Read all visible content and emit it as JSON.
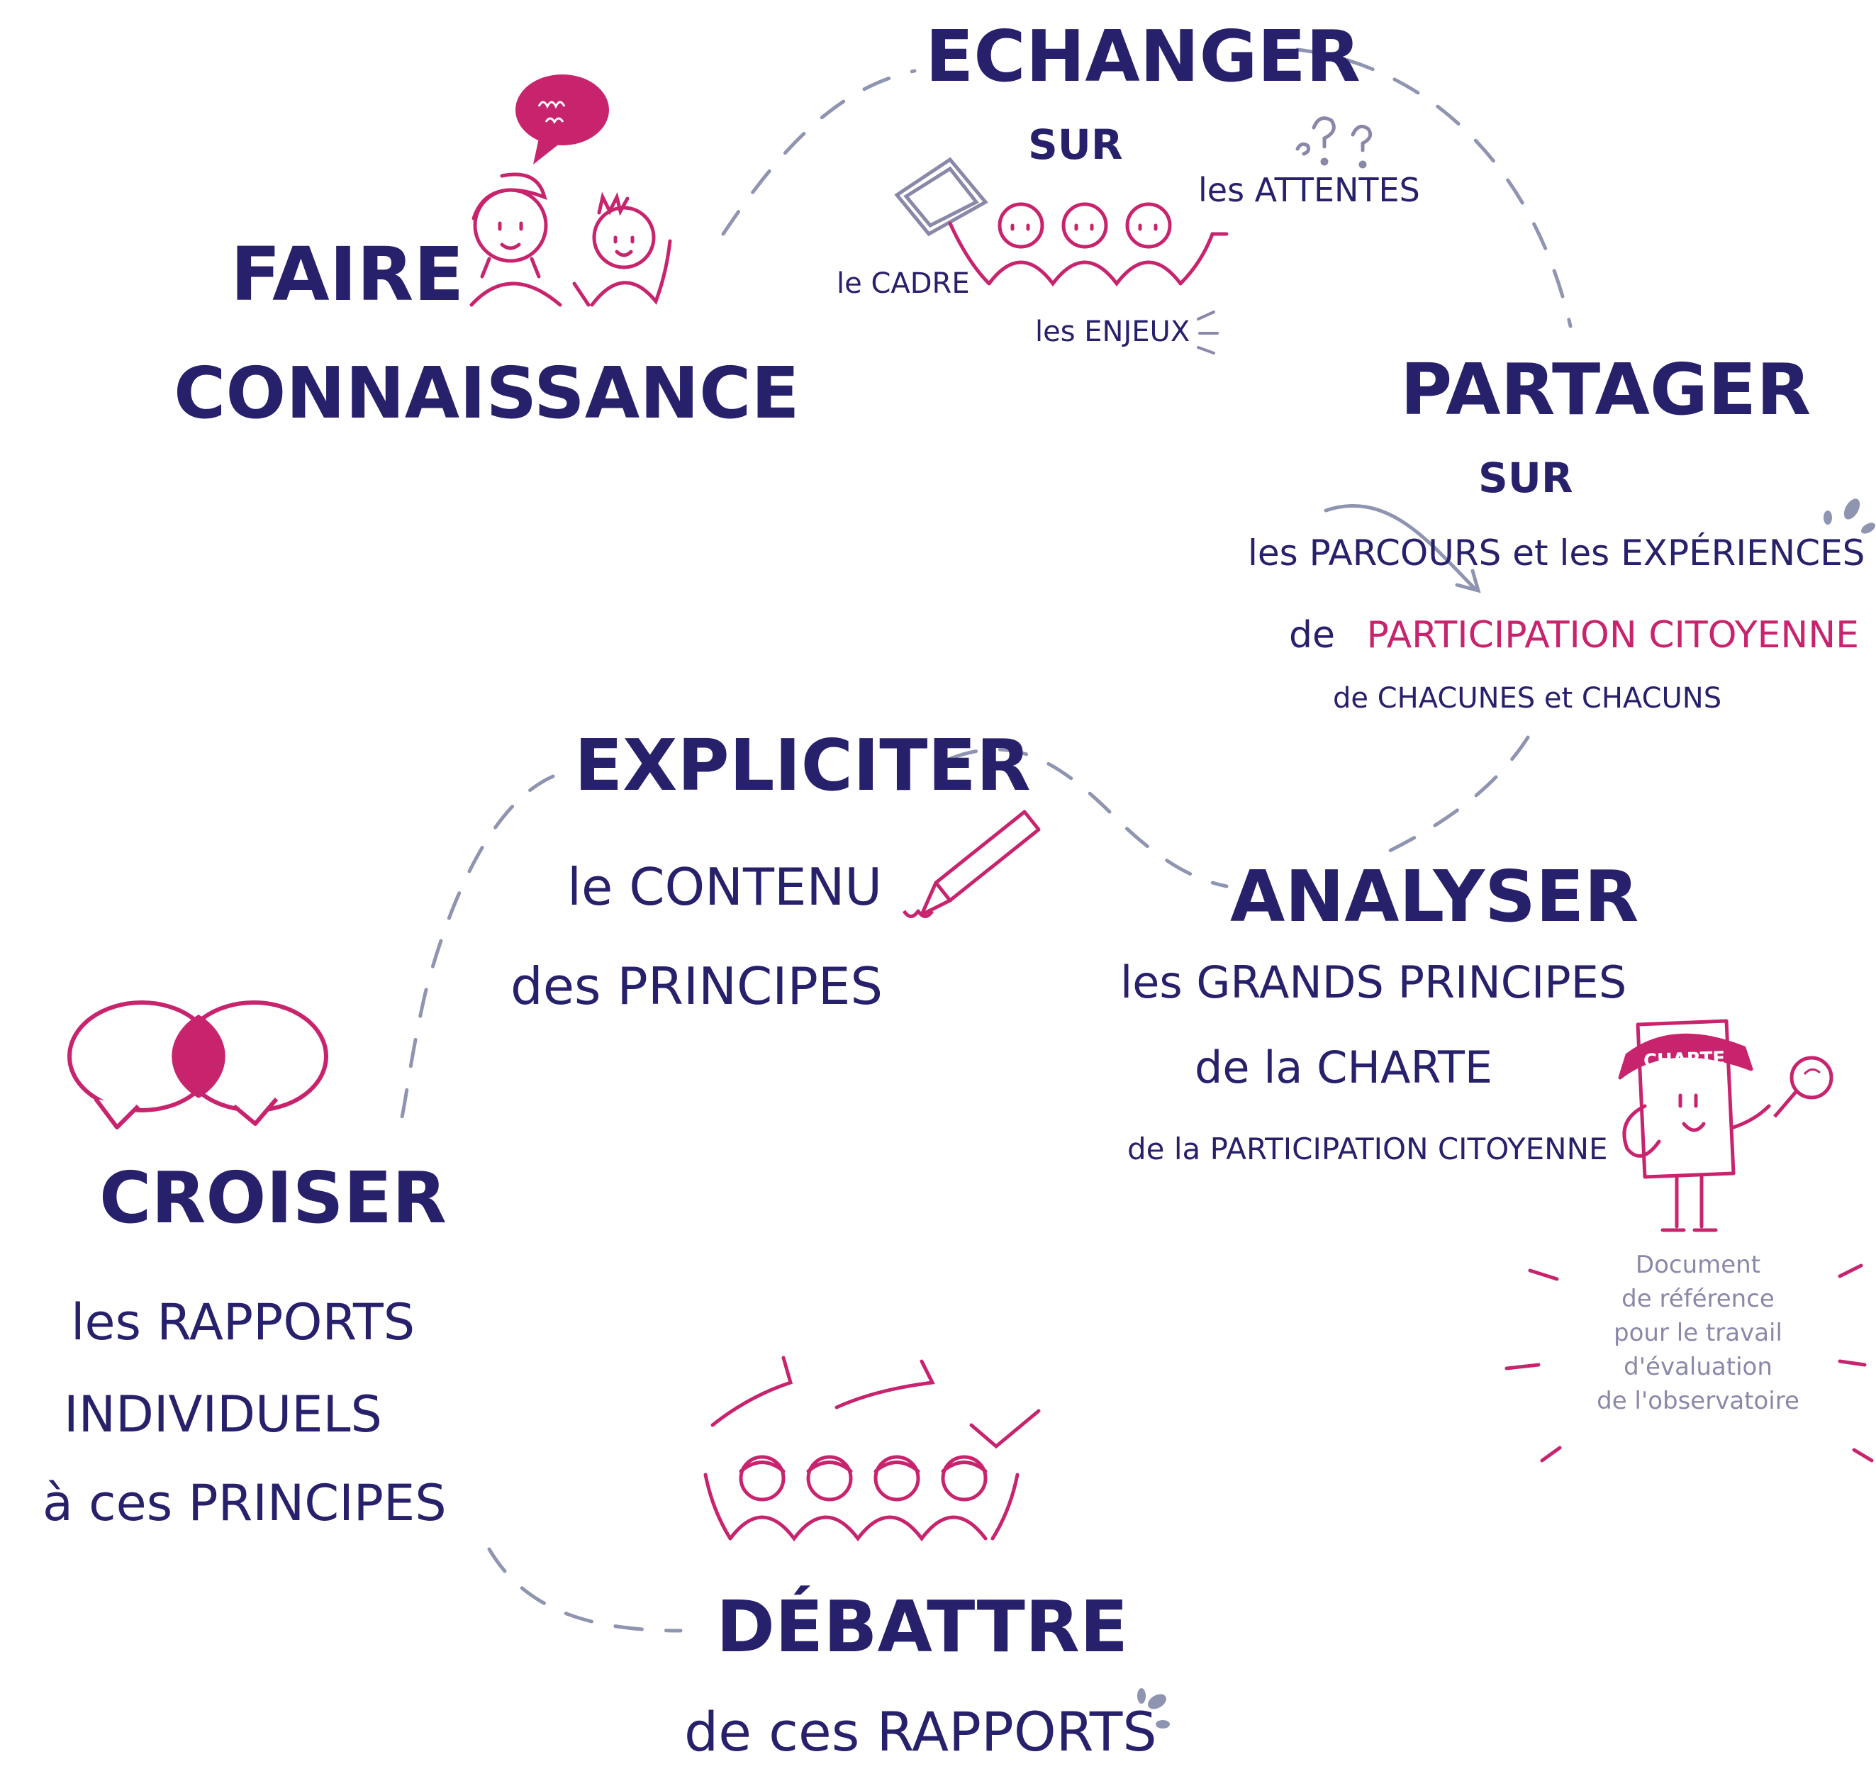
{
  "colors": {
    "ink": "#27206b",
    "accent": "#c8246e",
    "path": "#8f94b0",
    "soft": "#8a88a8"
  },
  "steps": {
    "faire": {
      "line1": "FAIRE",
      "line2": "CONNAISSANCE"
    },
    "echanger": {
      "title": "ECHANGER",
      "sur": "SUR",
      "cadre": "le CADRE",
      "attentes": "les ATTENTES",
      "enjeux": "les ENJEUX"
    },
    "partager": {
      "title": "PARTAGER",
      "sur": "SUR",
      "line1": "les PARCOURS et les EXPÉRIENCES",
      "de": "de",
      "highlight": "PARTICIPATION CITOYENNE",
      "line3": "de CHACUNES et CHACUNS"
    },
    "analyser": {
      "title": "ANALYSER",
      "line1": "les GRANDS PRINCIPES",
      "line2": "de la CHARTE",
      "line3": "de la PARTICIPATION CITOYENNE",
      "charte_label": "CHARTE",
      "note": [
        "Document",
        "de référence",
        "pour le travail",
        "d'évaluation",
        "de l'observatoire"
      ]
    },
    "expliciter": {
      "title": "EXPLICITER",
      "line1": "le CONTENU",
      "line2": "des PRINCIPES"
    },
    "croiser": {
      "title": "CROISER",
      "line1": "les RAPPORTS",
      "line2": "INDIVIDUELS",
      "line3": "à ces PRINCIPES"
    },
    "debattre": {
      "title": "DÉBATTRE",
      "line1": "de ces RAPPORTS"
    }
  },
  "icons": [
    "speech-bubble-icon",
    "two-people-icon",
    "tablet-icon",
    "group-icon",
    "question-marks-icon",
    "pencil-icon",
    "overlapping-bubbles-icon",
    "charte-character-icon",
    "magnifier-icon",
    "debate-group-icon"
  ]
}
